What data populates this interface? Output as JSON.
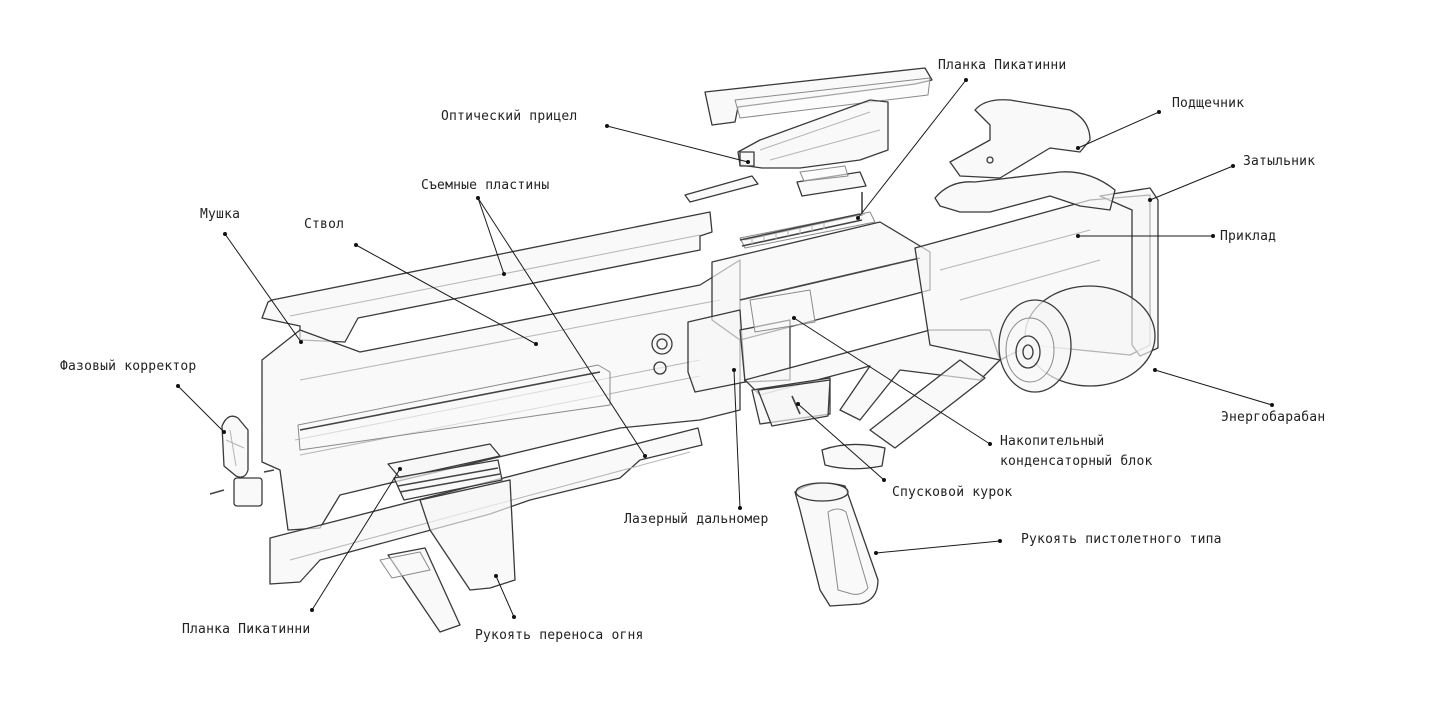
{
  "diagram": {
    "type": "exploded-view",
    "subject": "energy rifle",
    "callouts": [
      {
        "id": "opticheskiy-pricel",
        "text": "Оптический прицел"
      },
      {
        "id": "planka-pikatinni-top",
        "text": "Планка Пикатинни"
      },
      {
        "id": "podshchechnik",
        "text": "Подщечник"
      },
      {
        "id": "zatylnik",
        "text": "Затыльник"
      },
      {
        "id": "priklad",
        "text": "Приклад"
      },
      {
        "id": "semnye-plastiny",
        "text": "Съемные пластины"
      },
      {
        "id": "mushka",
        "text": "Мушка"
      },
      {
        "id": "stvol",
        "text": "Ствол"
      },
      {
        "id": "fazovy-korrektor",
        "text": "Фазовый корректор"
      },
      {
        "id": "energobaraban",
        "text": "Энергобарабан"
      },
      {
        "id": "nakopitelny-blok",
        "text": "Накопительный\nконденсаторный блок"
      },
      {
        "id": "spuskovoy-kurok",
        "text": "Спусковой курок"
      },
      {
        "id": "lazerny-dalnomer",
        "text": "Лазерный дальномер"
      },
      {
        "id": "rukoyat-pistoletnogo",
        "text": "Рукоять пистолетного типа"
      },
      {
        "id": "planka-pikatinni-bottom",
        "text": "Планка Пикатинни"
      },
      {
        "id": "rukoyat-perenosa",
        "text": "Рукоять переноса огня"
      }
    ]
  }
}
